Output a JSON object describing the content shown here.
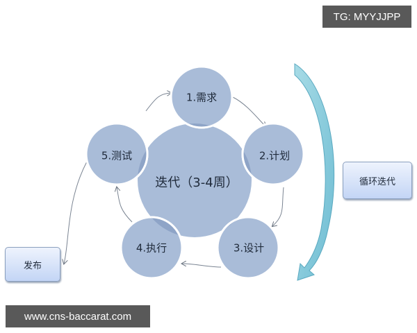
{
  "watermark_top": "TG: MYYJJPP",
  "watermark_bottom": "www.cns-baccarat.com",
  "center": {
    "label": "迭代（3-4周）"
  },
  "nodes": [
    {
      "label": "1.需求"
    },
    {
      "label": "2.计划"
    },
    {
      "label": "3.设计"
    },
    {
      "label": "4.执行"
    },
    {
      "label": "5.测试"
    }
  ],
  "side_boxes": {
    "release": "发布",
    "loop": "循环迭代"
  },
  "colors": {
    "node_fill": "#a9bcd8",
    "overlap_fill": "#8ea4c7",
    "arrow_cyan": "#7ec6d8",
    "watermark_bg": "#595959"
  }
}
